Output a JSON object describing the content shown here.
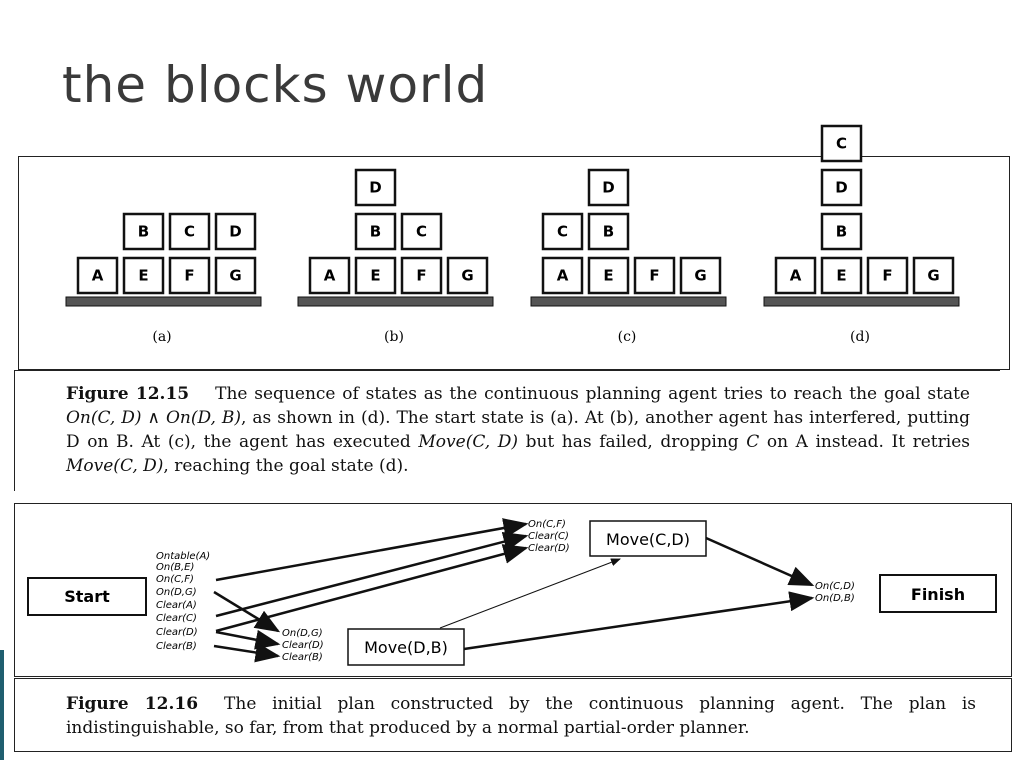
{
  "slide": {
    "title": "the blocks world"
  },
  "figure1": {
    "panels": [
      {
        "label": "(a)",
        "blocks": [
          {
            "name": "A",
            "col": 0,
            "level": 0
          },
          {
            "name": "E",
            "col": 1,
            "level": 0
          },
          {
            "name": "F",
            "col": 2,
            "level": 0
          },
          {
            "name": "G",
            "col": 3,
            "level": 0
          },
          {
            "name": "B",
            "col": 1,
            "level": 1
          },
          {
            "name": "C",
            "col": 2,
            "level": 1
          },
          {
            "name": "D",
            "col": 3,
            "level": 1
          }
        ]
      },
      {
        "label": "(b)",
        "blocks": [
          {
            "name": "A",
            "col": 0,
            "level": 0
          },
          {
            "name": "E",
            "col": 1,
            "level": 0
          },
          {
            "name": "F",
            "col": 2,
            "level": 0
          },
          {
            "name": "G",
            "col": 3,
            "level": 0
          },
          {
            "name": "B",
            "col": 1,
            "level": 1
          },
          {
            "name": "C",
            "col": 2,
            "level": 1
          },
          {
            "name": "D",
            "col": 1,
            "level": 2
          }
        ]
      },
      {
        "label": "(c)",
        "blocks": [
          {
            "name": "A",
            "col": 0,
            "level": 0
          },
          {
            "name": "E",
            "col": 1,
            "level": 0
          },
          {
            "name": "F",
            "col": 2,
            "level": 0
          },
          {
            "name": "G",
            "col": 3,
            "level": 0
          },
          {
            "name": "C",
            "col": 0,
            "level": 1
          },
          {
            "name": "B",
            "col": 1,
            "level": 1
          },
          {
            "name": "D",
            "col": 1,
            "level": 2
          }
        ]
      },
      {
        "label": "(d)",
        "blocks": [
          {
            "name": "A",
            "col": 0,
            "level": 0
          },
          {
            "name": "E",
            "col": 1,
            "level": 0
          },
          {
            "name": "F",
            "col": 2,
            "level": 0
          },
          {
            "name": "G",
            "col": 3,
            "level": 0
          },
          {
            "name": "B",
            "col": 1,
            "level": 1
          },
          {
            "name": "D",
            "col": 1,
            "level": 2
          },
          {
            "name": "C",
            "col": 1,
            "level": 3
          }
        ]
      }
    ]
  },
  "caption1": {
    "number": "Figure 12.15",
    "t1": "The sequence of states as the continuous planning agent tries to reach the goal state ",
    "m1": "On(C, D) ∧ On(D, B)",
    "t2": ", as shown in (d). The start state is (a). At (b), another agent has interfered, putting D on B. At (c), the agent has executed ",
    "m2": "Move(C, D)",
    "t3": " but has failed, dropping ",
    "m3": "C",
    "t4": " on A instead. It retries ",
    "m4": "Move(C, D)",
    "t5": ", reaching the goal state (d)."
  },
  "figure2": {
    "start": "Start",
    "finish": "Finish",
    "move_cd": "Move(C,D)",
    "move_db": "Move(D,B)",
    "start_effects": [
      "Ontable(A)",
      "On(B,E)",
      "On(C,F)",
      "On(D,G)",
      "Clear(A)",
      "Clear(C)",
      "Clear(D)",
      "Clear(B)"
    ],
    "move_cd_pre": [
      "On(C,F)",
      "Clear(C)",
      "Clear(D)"
    ],
    "move_db_pre": [
      "On(D,G)",
      "Clear(D)",
      "Clear(B)"
    ],
    "finish_pre": [
      "On(C,D)",
      "On(D,B)"
    ]
  },
  "caption2": {
    "number": "Figure 12.16",
    "text": "The initial plan constructed by the continuous planning agent. The plan is indistinguishable, so far, from that produced by a normal partial-order planner."
  }
}
